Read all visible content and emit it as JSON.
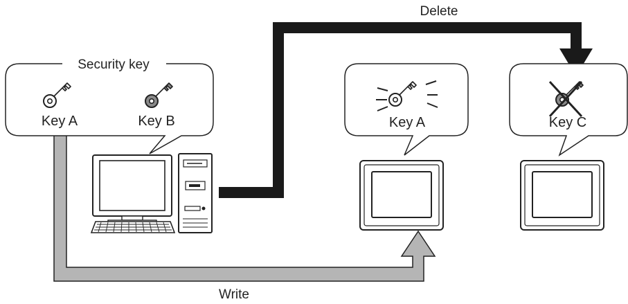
{
  "labels": {
    "delete": "Delete",
    "write": "Write",
    "security_key": "Security key",
    "pc_key_a": "Key A",
    "pc_key_b": "Key B",
    "gp1_key": "Key A",
    "gp2_key": "Key C"
  },
  "icons": {
    "key_a": "key-icon-outline",
    "key_b": "key-icon-gray-filled",
    "gp1_key": "key-icon-highlighted",
    "gp2_key": "key-icon-crossed-out"
  },
  "colors": {
    "delete_arrow": "#1a1a1a",
    "write_arrow": "#b5b5b5",
    "outline": "#222222",
    "key_b_fill": "#8a8a8a"
  }
}
